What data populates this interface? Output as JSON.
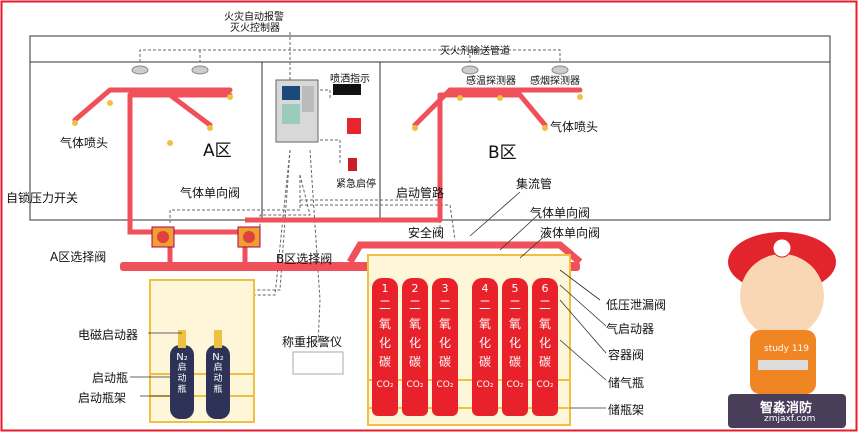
{
  "title": "火灾自动报警灭火控制器",
  "labels": {
    "controller_line1": "火灾自动报警",
    "controller_line2": "灭火控制器",
    "pipeline": "灭火剂输送管道",
    "spray_indicator": "喷洒指示",
    "heat_detector": "感温探测器",
    "smoke_detector": "感烟探测器",
    "nozzle_left": "气体喷头",
    "nozzle_right": "气体喷头",
    "zone_a": "A区",
    "zone_b": "B区",
    "emergency": "紧急启停",
    "self_lock_switch": "自锁压力开关",
    "gas_check_valve_left": "气体单向阀",
    "start_pipeline": "启动管路",
    "manifold": "集流管",
    "gas_check_valve_right": "气体单向阀",
    "safety_valve": "安全阀",
    "liquid_check_valve": "液体单向阀",
    "a_selector_valve": "A区选择阀",
    "b_selector_valve": "B区选择阀",
    "low_pressure_valve": "低压泄漏阀",
    "gas_actuator": "气启动器",
    "electromagnetic_actuator": "电磁启动器",
    "weighing_alarm": "称重报警仪",
    "container_valve": "容器阀",
    "start_bottle": "启动瓶",
    "storage_bottle": "储气瓶",
    "start_bottle_rack": "启动瓶架",
    "storage_rack": "储瓶架"
  },
  "n2_bottles": [
    {
      "chem": "N₂",
      "text": "启动瓶"
    },
    {
      "chem": "N₂",
      "text": "启动瓶"
    }
  ],
  "co2_cylinders": [
    {
      "num": "1",
      "chars": [
        "二",
        "氧",
        "化",
        "碳"
      ],
      "formula": "CO₂"
    },
    {
      "num": "2",
      "chars": [
        "二",
        "氧",
        "化",
        "碳"
      ],
      "formula": "CO₂"
    },
    {
      "num": "3",
      "chars": [
        "二",
        "氧",
        "化",
        "碳"
      ],
      "formula": "CO₂"
    },
    {
      "num": "4",
      "chars": [
        "二",
        "氧",
        "化",
        "碳"
      ],
      "formula": "CO₂"
    },
    {
      "num": "5",
      "chars": [
        "二",
        "氧",
        "化",
        "碳"
      ],
      "formula": "CO₂"
    },
    {
      "num": "6",
      "chars": [
        "二",
        "氧",
        "化",
        "碳"
      ],
      "formula": "CO₂"
    }
  ],
  "mascot": {
    "badge": "study 119"
  },
  "logo": {
    "name": "智淼消防",
    "url": "zmjaxf.com"
  },
  "colors": {
    "pipe": "#f0505a",
    "cylinder": "#e8212b",
    "frame": "#e51d2e",
    "rack": "#f0c040"
  }
}
